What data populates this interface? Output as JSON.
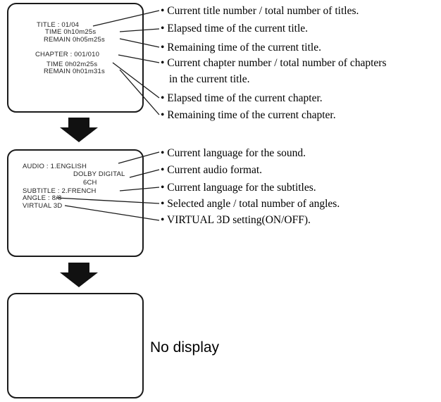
{
  "panel1": {
    "osd": [
      "TITLE : 01/04",
      "TIME 0h10m25s",
      "REMAIN 0h05m25s",
      "CHAPTER : 001/010",
      "TIME 0h02m25s",
      "REMAIN 0h01m31s"
    ],
    "descriptions": [
      "• Current title number / total number of titles.",
      "• Elapsed time of the current title.",
      "• Remaining time of the current title.",
      "• Current chapter number / total number of chapters",
      "in the current title.",
      "• Elapsed time of the current chapter.",
      "• Remaining time of the current chapter."
    ]
  },
  "panel2": {
    "osd": [
      "AUDIO : 1.ENGLISH",
      "DOLBY DIGITAL",
      "6CH",
      "SUBTITLE : 2.FRENCH",
      "ANGLE : 8/8",
      "VIRTUAL 3D"
    ],
    "descriptions": [
      "• Current language for the sound.",
      "• Current audio format.",
      "• Current language for the subtitles.",
      "• Selected angle / total number of angles.",
      "• VIRTUAL 3D setting(ON/OFF)."
    ]
  },
  "panel3": {
    "label": "No display"
  }
}
